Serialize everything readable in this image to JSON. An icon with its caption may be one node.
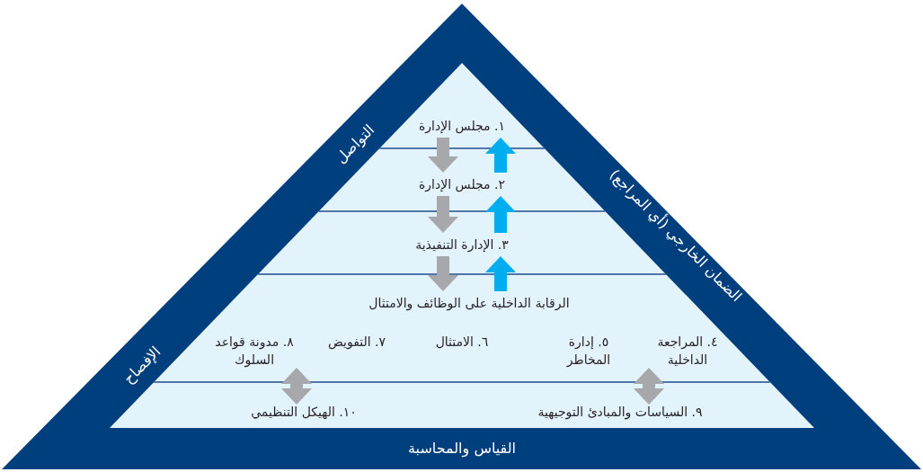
{
  "diagram": {
    "nodes": [
      {
        "text": [
          "١. مجلس الإدارة"
        ]
      },
      {
        "text": [
          "٢. مجلس الإدارة"
        ]
      },
      {
        "text": [
          "٣. الإدارة التنفيذية"
        ]
      },
      {
        "text": [
          "الرقابة الداخلية على الوظائف والامتثال"
        ]
      },
      {
        "text": [
          "٤. المراجعة الداخلية"
        ]
      },
      {
        "text": [
          "٥. إدارة المخاطر"
        ]
      },
      {
        "text": [
          "٦. الامتثال"
        ]
      },
      {
        "text": [
          "٧. التفويض"
        ]
      },
      {
        "text": [
          "٨. مدونة قواعد السلوك"
        ]
      },
      {
        "text": [
          "٩. السياسات والمبادئ التوجيهية"
        ]
      },
      {
        "text": [
          "١٠. الهيكل التنظيمي"
        ]
      }
    ],
    "edges": [
      {
        "from": 0,
        "to": 1,
        "arrow": "to"
      },
      {
        "from": 1,
        "to": 0,
        "arrow": "to",
        "color": "#00aeef"
      },
      {
        "from": 1,
        "to": 2,
        "arrow": "to"
      },
      {
        "from": 2,
        "to": 1,
        "arrow": "to",
        "color": "#00aeef"
      },
      {
        "from": 2,
        "to": 3,
        "arrow": "to"
      },
      {
        "from": 3,
        "to": 2,
        "arrow": "to",
        "color": "#00aeef"
      },
      {
        "from": 8,
        "to": 10,
        "arrow": "both"
      },
      {
        "from": 4,
        "to": 9,
        "arrow": "both"
      }
    ],
    "labels": [
      "التواصل",
      "الضمان الخارجي (أي المراجع)",
      "الإفصاح",
      "القياس والمحاسبة"
    ]
  }
}
